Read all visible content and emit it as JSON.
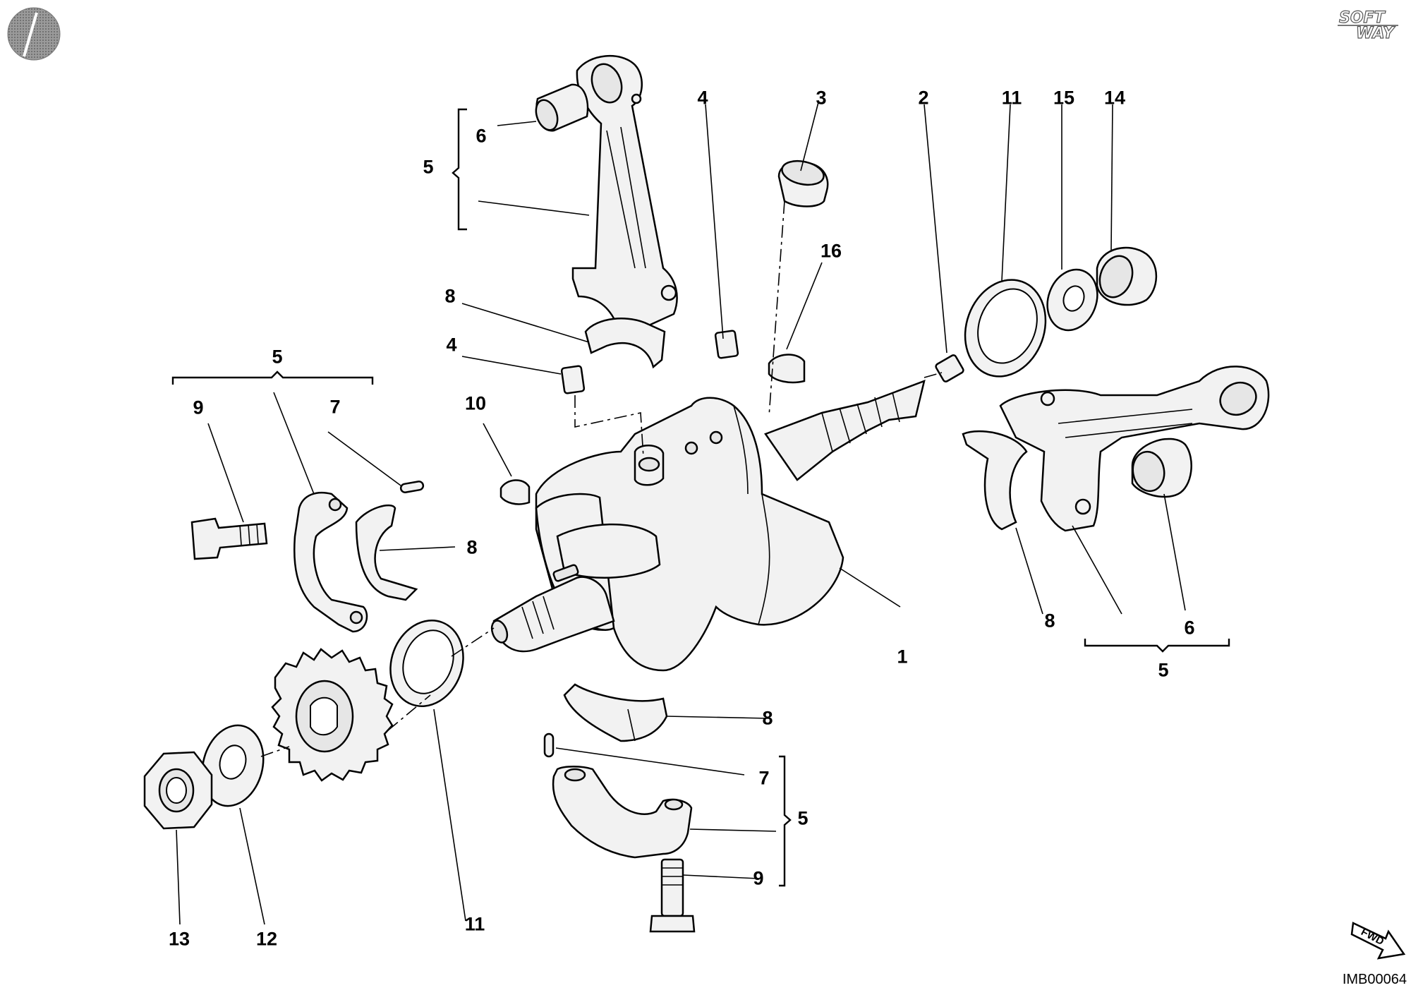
{
  "diagram": {
    "code": "IMB00064",
    "brand_text_top": "SOFT",
    "brand_text_bottom": "WAY",
    "fwd_text": "FWD",
    "callouts": [
      {
        "id": "c1",
        "text": "1"
      },
      {
        "id": "c2",
        "text": "2"
      },
      {
        "id": "c3",
        "text": "3"
      },
      {
        "id": "c4a",
        "text": "4"
      },
      {
        "id": "c4b",
        "text": "4"
      },
      {
        "id": "c5a",
        "text": "5"
      },
      {
        "id": "c5b",
        "text": "5"
      },
      {
        "id": "c5c",
        "text": "5"
      },
      {
        "id": "c5d",
        "text": "5"
      },
      {
        "id": "c6a",
        "text": "6"
      },
      {
        "id": "c6b",
        "text": "6"
      },
      {
        "id": "c7a",
        "text": "7"
      },
      {
        "id": "c7b",
        "text": "7"
      },
      {
        "id": "c8a",
        "text": "8"
      },
      {
        "id": "c8b",
        "text": "8"
      },
      {
        "id": "c8c",
        "text": "8"
      },
      {
        "id": "c8d",
        "text": "8"
      },
      {
        "id": "c9a",
        "text": "9"
      },
      {
        "id": "c9b",
        "text": "9"
      },
      {
        "id": "c10",
        "text": "10"
      },
      {
        "id": "c11a",
        "text": "11"
      },
      {
        "id": "c11b",
        "text": "11"
      },
      {
        "id": "c12",
        "text": "12"
      },
      {
        "id": "c13",
        "text": "13"
      },
      {
        "id": "c14",
        "text": "14"
      },
      {
        "id": "c15",
        "text": "15"
      },
      {
        "id": "c16",
        "text": "16"
      }
    ],
    "parts": [
      {
        "callout": "1",
        "name": "crankshaft"
      },
      {
        "callout": "2",
        "name": "grub-screw"
      },
      {
        "callout": "3",
        "name": "plug"
      },
      {
        "callout": "4",
        "name": "grub-screw"
      },
      {
        "callout": "5",
        "name": "connecting-rod-assembly"
      },
      {
        "callout": "6",
        "name": "small-end-bushing"
      },
      {
        "callout": "7",
        "name": "dowel-pin"
      },
      {
        "callout": "8",
        "name": "big-end-bearing-shell"
      },
      {
        "callout": "9",
        "name": "rod-bolt"
      },
      {
        "callout": "10",
        "name": "woodruff-key"
      },
      {
        "callout": "11",
        "name": "shim-washer"
      },
      {
        "callout": "12",
        "name": "washer"
      },
      {
        "callout": "13",
        "name": "nut"
      },
      {
        "callout": "14",
        "name": "seal"
      },
      {
        "callout": "15",
        "name": "washer"
      },
      {
        "callout": "16",
        "name": "woodruff-key"
      }
    ]
  }
}
